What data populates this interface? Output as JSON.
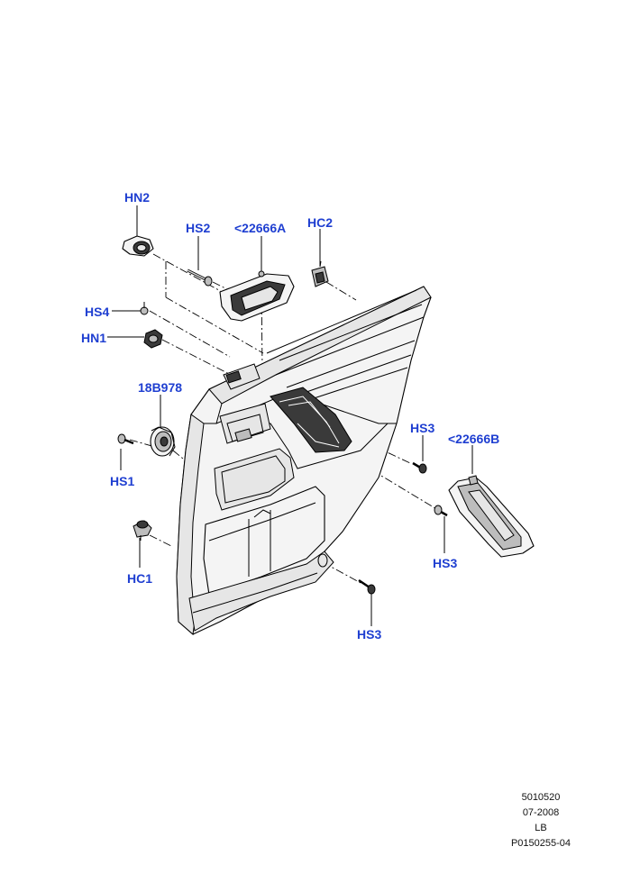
{
  "callouts": {
    "hn2": "HN2",
    "hs2": "HS2",
    "a22666": "<22666A",
    "hc2": "HC2",
    "hs4": "HS4",
    "hn1": "HN1",
    "b18978": "18B978",
    "hs1": "HS1",
    "hc1": "HC1",
    "hs3_right": "HS3",
    "b22666": "<22666B",
    "hs3_lower_right": "HS3",
    "hs3_bottom": "HS3"
  },
  "stamp": {
    "line1": "5010520",
    "line2": "07-2008",
    "line3": "LB",
    "line4": "P0150255-04"
  }
}
